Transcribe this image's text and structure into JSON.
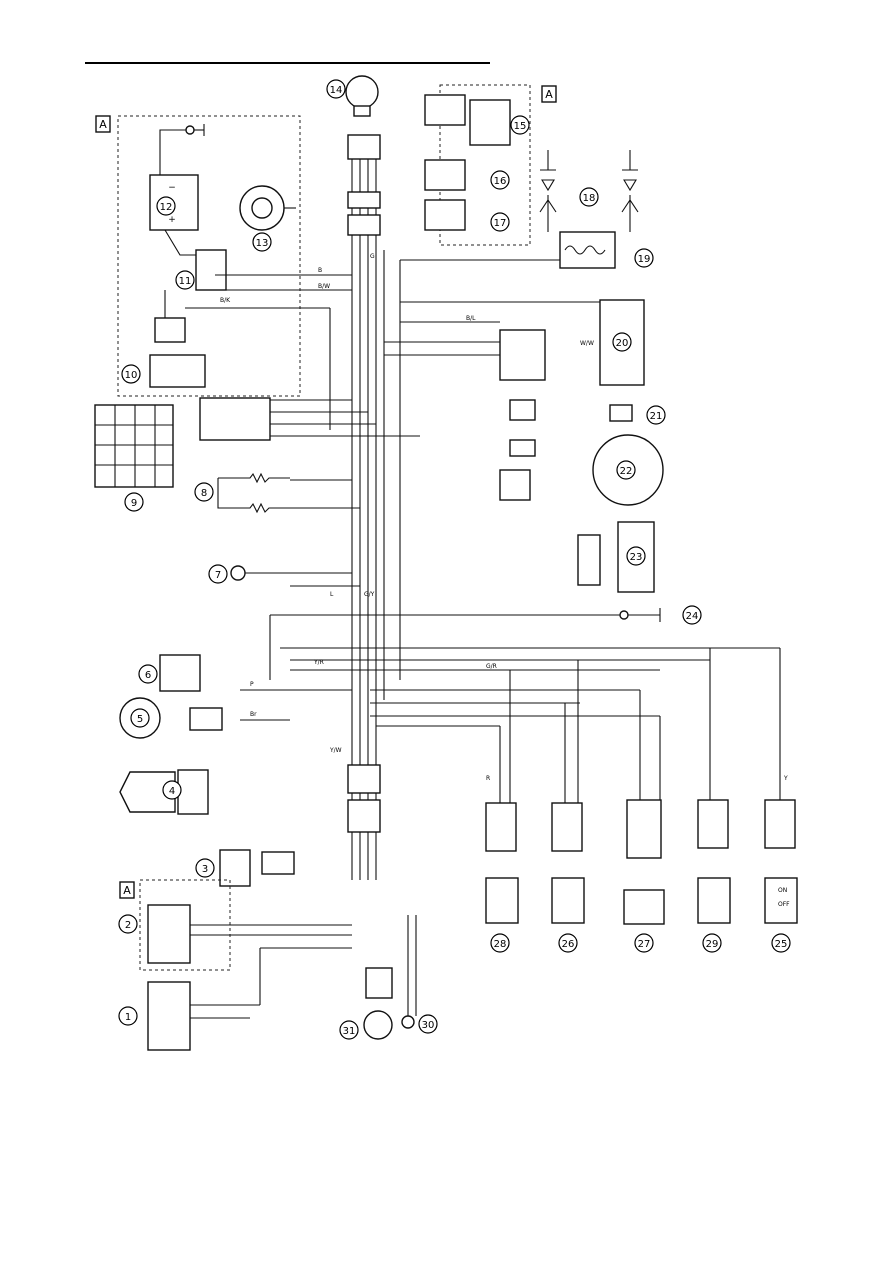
{
  "components": {
    "c1": "1",
    "c2": "2",
    "c3": "3",
    "c4": "4",
    "c5": "5",
    "c6": "6",
    "c7": "7",
    "c8": "8",
    "c9": "9",
    "c10": "10",
    "c11": "11",
    "c12": "12",
    "c13": "13",
    "c14": "14",
    "c15": "15",
    "c16": "16",
    "c17": "17",
    "c18": "18",
    "c19": "19",
    "c20": "20",
    "c21": "21",
    "c22": "22",
    "c23": "23",
    "c24": "24",
    "c25": "25",
    "c26": "26",
    "c27": "27",
    "c28": "28",
    "c29": "29",
    "c30": "30",
    "c31": "31"
  },
  "section_tags": {
    "top_left": "A",
    "top_right": "A",
    "bottom_left": "A"
  },
  "wire_colors": {
    "b": "B",
    "r": "R",
    "l": "L",
    "y": "Y",
    "g": "G",
    "p": "P",
    "br": "Br",
    "bw": "B/W",
    "bl": "B/L",
    "gy": "G/Y",
    "gr": "G/R",
    "yr": "Y/R",
    "yw": "Y/W",
    "bk": "B/K",
    "ww": "W/W"
  },
  "switch_states": {
    "on": "ON",
    "off": "OFF"
  }
}
